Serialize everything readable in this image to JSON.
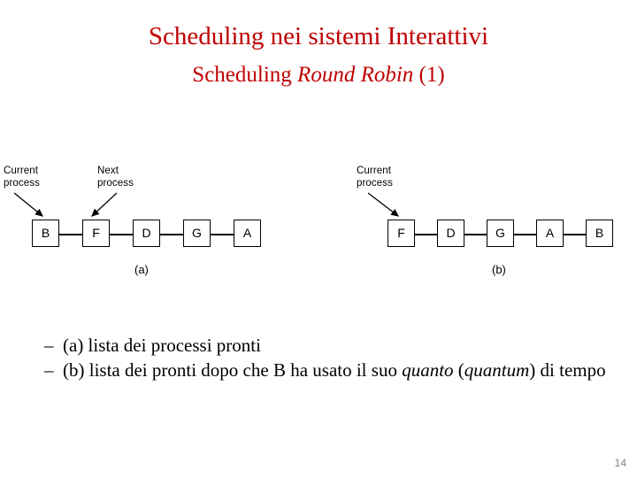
{
  "slide": {
    "title": "Scheduling nei sistemi Interattivi",
    "subtitle_prefix": "Scheduling ",
    "subtitle_emphasis": "Round Robin",
    "subtitle_suffix": " (1)",
    "page_number": "14",
    "title_color": "#C00000",
    "text_color": "#000000",
    "background_color": "#FFFFFF",
    "page_number_color": "#808080"
  },
  "figure": {
    "panel_a": {
      "caption": "(a)",
      "label_current": "Current\nprocess",
      "label_next": "Next\nprocess",
      "nodes": [
        "B",
        "F",
        "D",
        "G",
        "A"
      ],
      "current_index": 0,
      "next_index": 1
    },
    "panel_b": {
      "caption": "(b)",
      "label_current": "Current\nprocess",
      "nodes": [
        "F",
        "D",
        "G",
        "A",
        "B"
      ],
      "current_index": 0
    }
  },
  "body": {
    "items": [
      {
        "dash": "–",
        "text_1": "(a) lista dei processi pronti"
      },
      {
        "dash": "–",
        "text_1": "(b) lista dei pronti dopo che B ha usato il suo ",
        "em_1": "quanto",
        "text_2": " (",
        "em_2": "quantum",
        "text_3": ") di tempo"
      }
    ]
  }
}
